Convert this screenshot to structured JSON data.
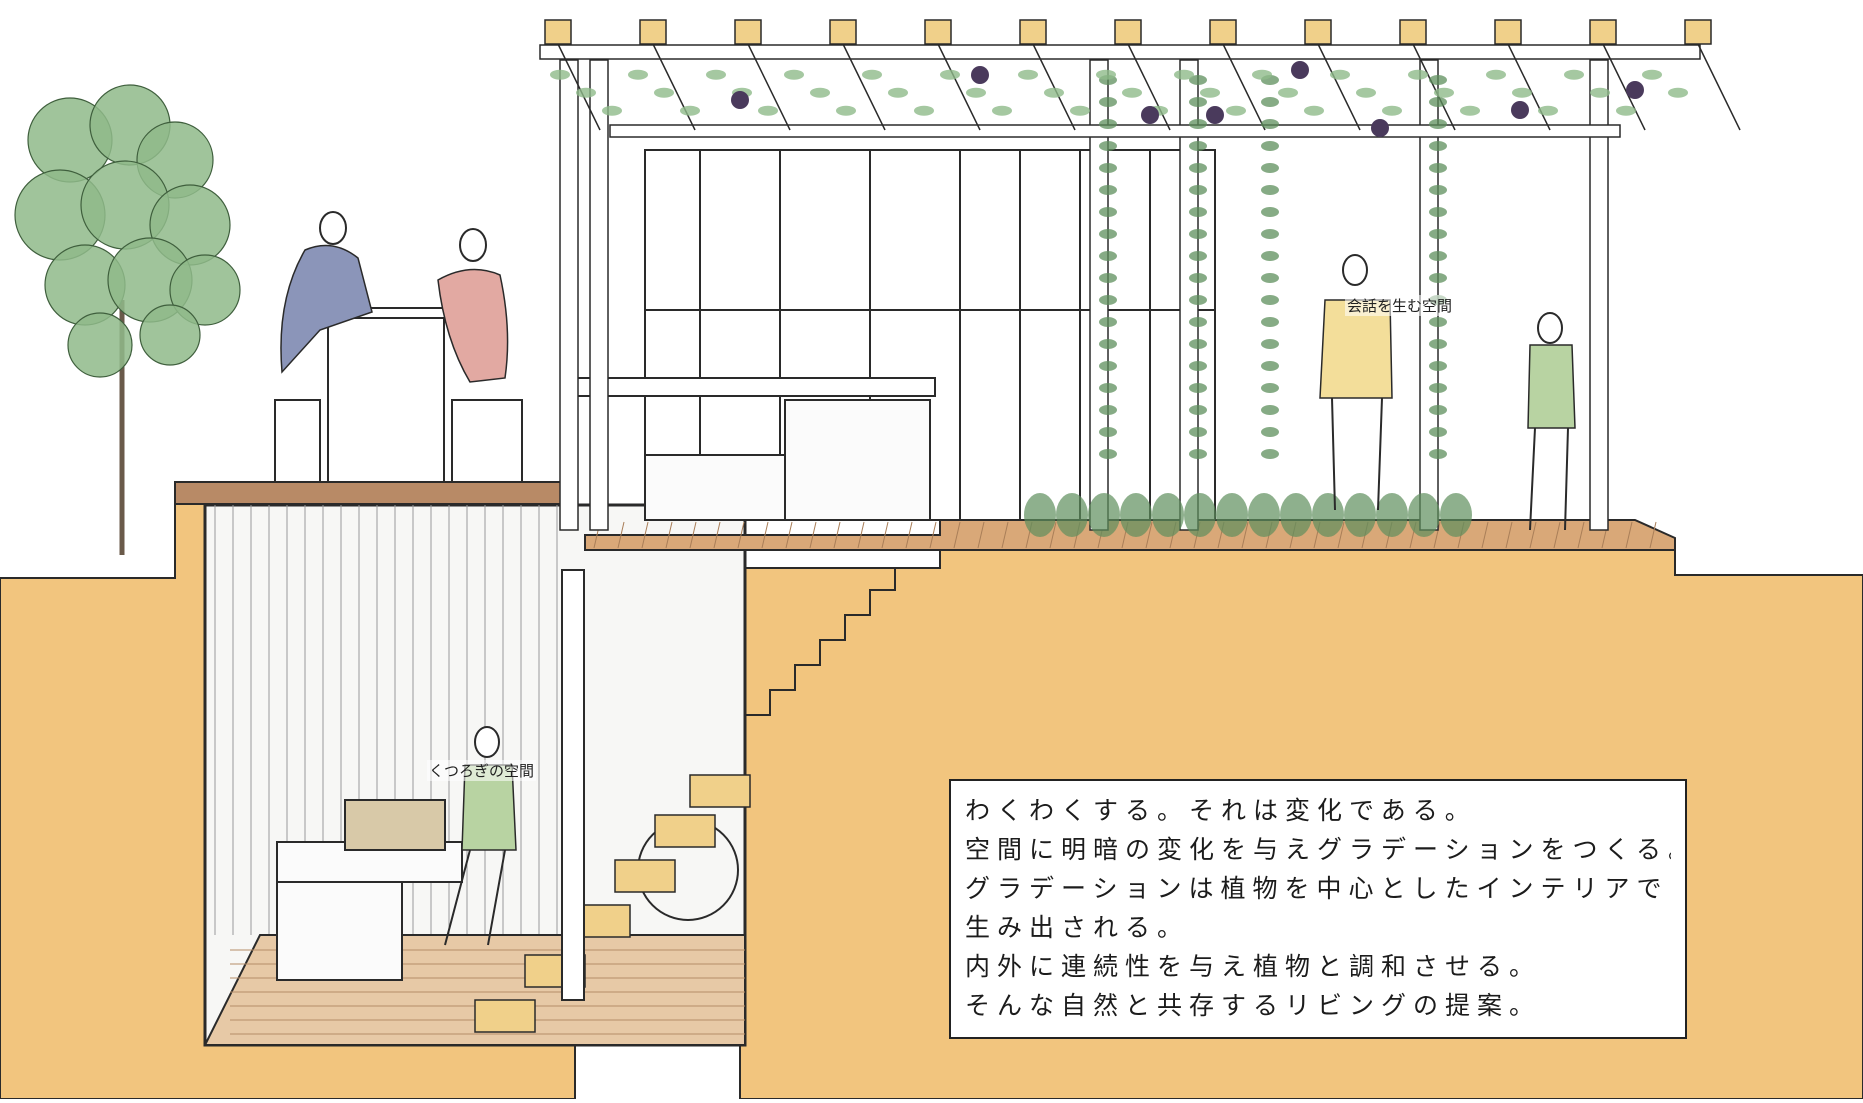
{
  "labels": {
    "conversation_space": "会話を生む空間",
    "relaxation_space": "くつろぎの空間"
  },
  "description": [
    "わくわくする。それは変化である。",
    "空間に明暗の変化を与えグラデーションをつくる。",
    "グラデーションは植物を中心としたインテリアで",
    "生み出される。",
    "内外に連続性を与え植物と調和させる。",
    "そんな自然と共存するリビングの提案。"
  ],
  "colors": {
    "ground": "#f2c57e",
    "ground_dark": "#e8b468",
    "wood_floor": "#d9a878",
    "foliage": "#8fba8a",
    "foliage_dark": "#5e8f5c",
    "grape": "#4a3a5c",
    "beam_cap": "#f0d08a",
    "shirt_blue": "#8b95b9",
    "shirt_pink": "#e2a9a2",
    "shirt_yellow": "#f3de9a",
    "shirt_green": "#b8d3a2",
    "line": "#2a2a2a"
  }
}
